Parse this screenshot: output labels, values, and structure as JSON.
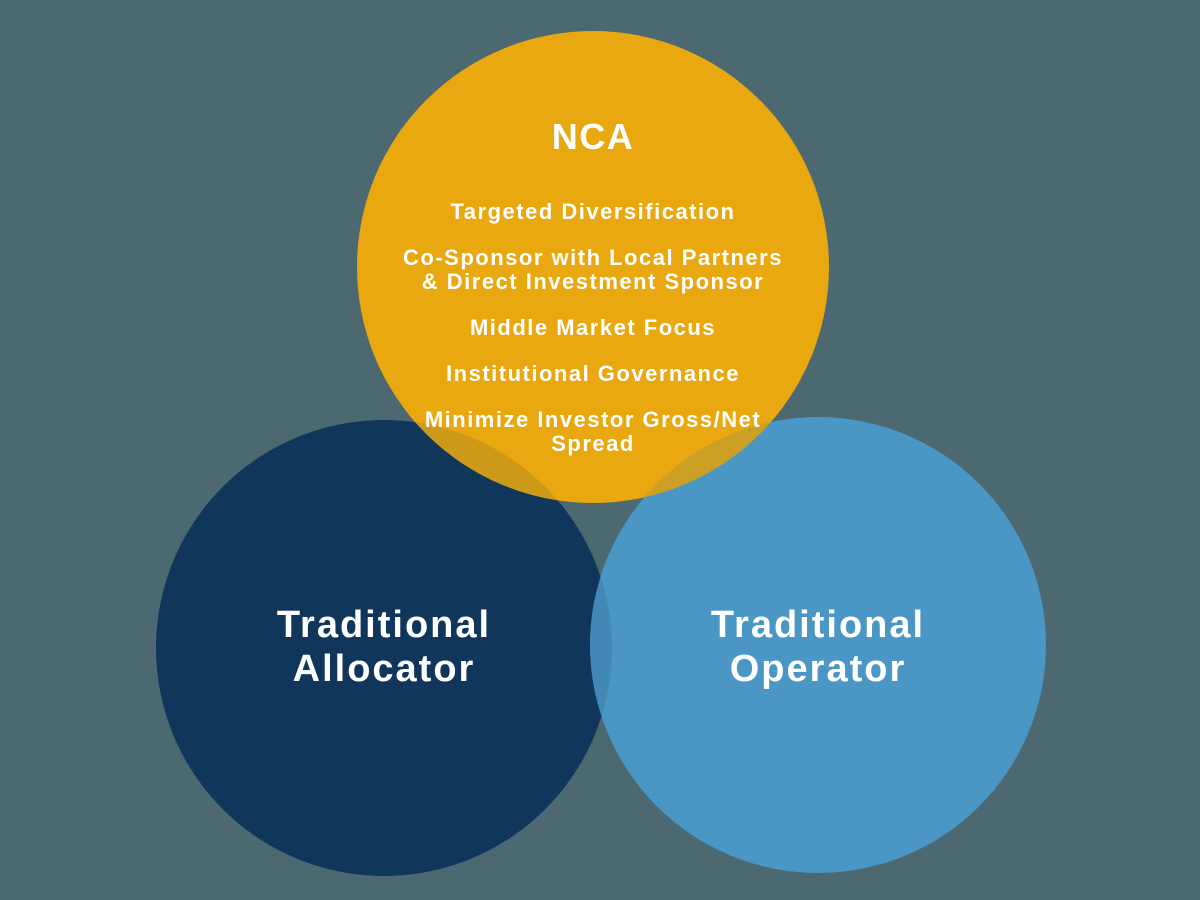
{
  "background_color": "#4C6971",
  "text_color": "#FFFFFF",
  "venn": {
    "nca": {
      "title": "NCA",
      "color": "#E9A80F",
      "items": [
        "Targeted Diversification",
        "Co-Sponsor with Local Partners\n& Direct Investment Sponsor",
        "Middle Market Focus",
        "Institutional Governance",
        "Minimize Investor Gross/Net\nSpread"
      ]
    },
    "allocator": {
      "title": "Traditional\nAllocator",
      "color": "#11365B"
    },
    "operator": {
      "title": "Traditional\nOperator",
      "color": "#4A96C5"
    }
  }
}
